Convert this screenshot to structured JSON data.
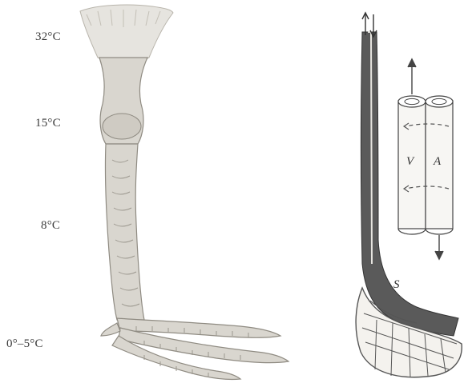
{
  "temperatures": [
    {
      "id": "top",
      "label": "32°C"
    },
    {
      "id": "upper",
      "label": "15°C"
    },
    {
      "id": "middle",
      "label": "8°C"
    },
    {
      "id": "bottom",
      "label": "0°–5°C"
    }
  ],
  "vessel_labels": {
    "vein": "V",
    "artery": "A",
    "shunt": "S"
  },
  "colors": {
    "ink": "#3a3a3a",
    "leg_fill": "#d9d6cf",
    "leg_shade": "#a9a59c",
    "vessel_dark": "#4a4a4a",
    "feather": "#e6e4df"
  }
}
